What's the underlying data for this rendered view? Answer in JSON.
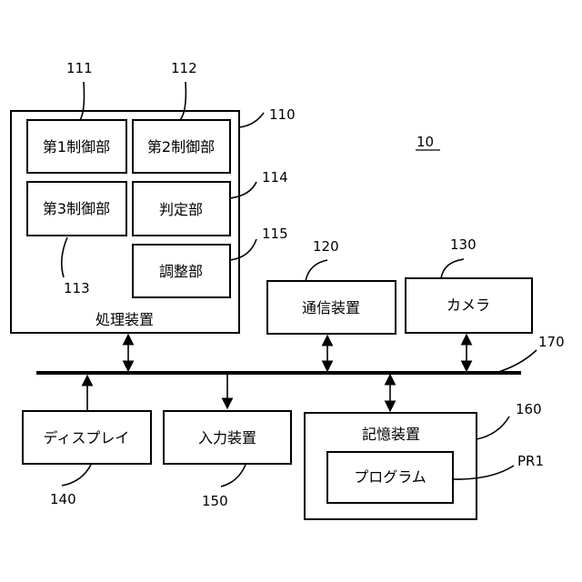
{
  "system": {
    "ref": "10"
  },
  "processor": {
    "ref": "110",
    "label": "処理装置",
    "ctrl1": {
      "ref": "111",
      "label": "第1制御部"
    },
    "ctrl2": {
      "ref": "112",
      "label": "第2制御部"
    },
    "ctrl3": {
      "ref": "113",
      "label": "第3制御部"
    },
    "judge": {
      "ref": "114",
      "label": "判定部"
    },
    "adjust": {
      "ref": "115",
      "label": "調整部"
    }
  },
  "comm": {
    "ref": "120",
    "label": "通信装置"
  },
  "camera": {
    "ref": "130",
    "label": "カメラ"
  },
  "display": {
    "ref": "140",
    "label": "ディスプレイ"
  },
  "input": {
    "ref": "150",
    "label": "入力装置"
  },
  "storage": {
    "ref": "160",
    "label": "記憶装置"
  },
  "program": {
    "ref": "PR1",
    "label": "プログラム"
  },
  "bus": {
    "ref": "170"
  }
}
